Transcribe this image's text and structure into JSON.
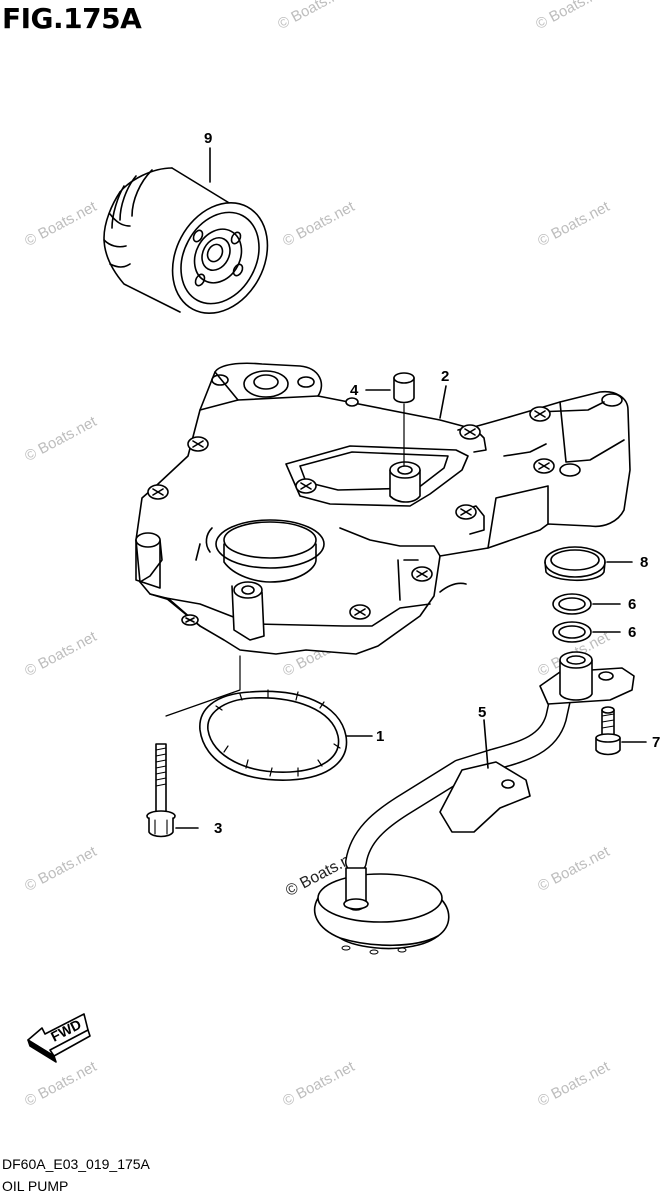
{
  "figure": {
    "title": "FIG.175A",
    "code": "DF60A_E03_019_175A",
    "name": "OIL PUMP",
    "fwd_label": "FWD"
  },
  "watermark": {
    "text": "© Boats.net",
    "emphasized_text": "© Boats.net"
  },
  "callouts": [
    "9",
    "4",
    "2",
    "8",
    "6",
    "6",
    "1",
    "5",
    "7",
    "3"
  ]
}
